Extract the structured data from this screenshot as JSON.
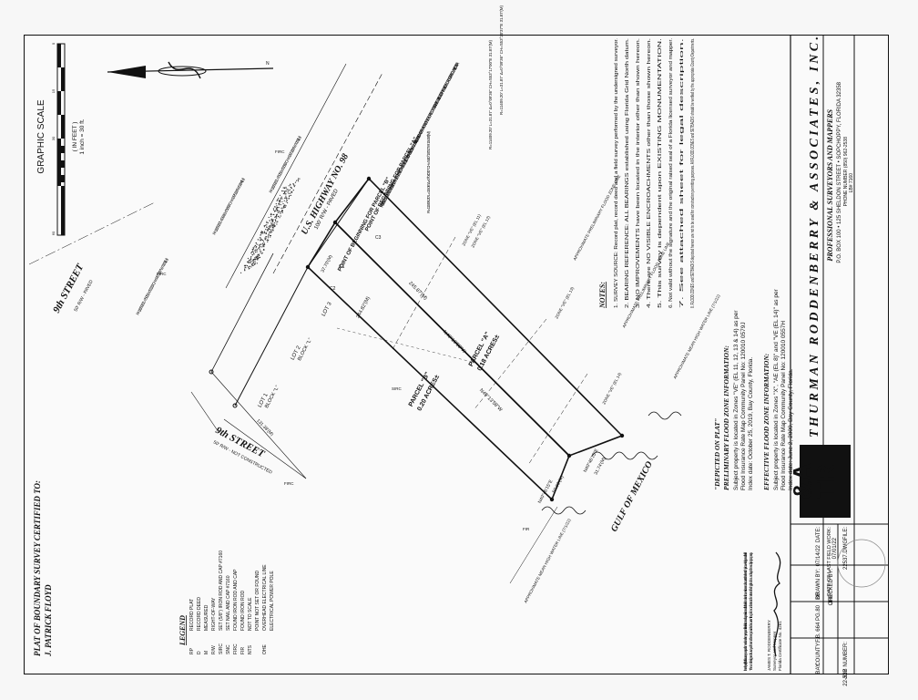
{
  "title": {
    "line1": "PLAT OF BOUNDARY SURVEY CERTIFIED TO:",
    "line2": "J. PATRICK FLOYD"
  },
  "legend": {
    "heading": "LEGEND",
    "items": [
      {
        "abbr": "RP",
        "desc": "RECORD PLAT"
      },
      {
        "abbr": "D",
        "desc": "RECORD DEED"
      },
      {
        "abbr": "M",
        "desc": "MEASURED"
      },
      {
        "abbr": "R/W",
        "desc": "RIGHT-OF-WAY"
      },
      {
        "abbr": "SIRC",
        "desc": "SET (5/8\") IRON ROD AND CAP #7160"
      },
      {
        "abbr": "SNC",
        "desc": "SET NAIL AND CAP #7160"
      },
      {
        "abbr": "FIRC",
        "desc": "FOUND IRON ROD AND CAP"
      },
      {
        "abbr": "FIR",
        "desc": "FOUND IRON ROD"
      },
      {
        "abbr": "NTS",
        "desc": "NOT TO SCALE"
      },
      {
        "abbr": "",
        "desc": "POINT NOT SET OR FOUND"
      },
      {
        "abbr": "OHE",
        "desc": "OVERHEAD ELECTRICAL LINE"
      },
      {
        "abbr": "",
        "desc": "ELECTRICAL POWER POLE"
      }
    ]
  },
  "graphic_scale": {
    "title": "GRAPHIC SCALE",
    "units": "( IN FEET )",
    "ratio": "1 inch = 30 ft.",
    "marks": [
      "0",
      "15",
      "30",
      "60"
    ]
  },
  "streets": {
    "ninety_fourth": "9th STREET",
    "ninety_fourth_note": "50' R/W - PAVED",
    "ninety_sixth": "9th STREET",
    "ninety_sixth_note": "50' R/W - NOT CONSTRUCTED",
    "highway": "U.S. HIGHWAY NO. 98",
    "highway_note": "100' R/W - PAVED",
    "gulf": "GULF OF MEXICO"
  },
  "plat_labels": {
    "pob_a": "POINT OF BEGINNING FOR PARCEL \"A\"",
    "pob_b": "POINT OF BEGINNING FOR PARCEL \"B\"",
    "poc": "POINT OF COMMENCEMENT: THE NORTHEASTERLY CORNER OF LOT 3, BLOCK \"L\" OF MEXICO BEACH UNIT NO. 2, A SUBDIVISION AS PER MAP OR PLAT THEREOF RECORDED IN PLAT BOOK 5, PAGE 13 OF THE PUBLIC RECORDS OF BAY COUNTY, FLORIDA",
    "parcel_a": "PARCEL \"A\"",
    "parcel_a_area": "0.18 ACRES±",
    "parcel_b": "PARCEL \"B\"",
    "parcel_b_area": "0.20 ACRES±",
    "lot1": "LOT 1",
    "lot2": "LOT 2",
    "lot3": "LOT 3",
    "block": "BLOCK \"L\"",
    "bearing_1": "N49°13'58\"W",
    "bearing_2": "N49°13'58\"W",
    "bearing_3": "N40°46'15\"E",
    "bearing_4": "N40°46'15\"E",
    "dim_1": "245.87'(M)",
    "dim_2": "244.82'(M)",
    "dim_3": "131.38'(M)",
    "dim_4": "37.70'(M)",
    "dim_5": "50.00'(M)",
    "dim_6": "31.74'(M)",
    "zone_1": "ZONE \"VE\" (EL 11)",
    "zone_2": "ZONE \"VE\" (EL 12)",
    "zone_3": "ZONE \"VE\" (EL 13)",
    "zone_4": "ZONE \"VE\" (EL 14)",
    "approx_flood": "APPROXIMATE PRELIMINARY FLOOD ZONE LINE",
    "mhw_1": "APPROXIMATE MEAN HIGH WATER LINE (7/1/22)",
    "mhw_2": "APPROXIMATE MEAN HIGH WATER LINE (7/1/22)",
    "curve_1": "R=11509.20' L=75.05' Δ=0°22'25\" CH=S40°10'07\"W 75.05'(M)",
    "curve_2": "R=11509.20' L=53.84' Δ=0°16'05\" CH=S39°51'36\"W 53.84'(M)",
    "curve_3": "R=11509.20' L=70.05' Δ=0°20'55\" CH=S39°33'06\"W 70.05'(M)",
    "curve_c1": "R=11409.20' L=31.87' Δ=0°09'36\" CH=S53°17'00\"E 31.87'(M)",
    "curve_c2": "R=11409.20' L=31.87' Δ=0°09'36\" CH=S53°20'37\"E 31.87'(M)",
    "curve_c3": "R=11509.20' L=15.06' Δ=0°04'30\" CH=S40°19'31\"W 15.06'(M)",
    "c1": "C1",
    "c2": "C2",
    "c3": "C3",
    "firc": "FIRC",
    "fir": "FIR",
    "sirc": "SIRC"
  },
  "notes": {
    "heading": "NOTES:",
    "items": [
      "1. SURVEY SOURCE: Record plat, record deed and a field survey performed by the undersigned surveyor.",
      "2. BEARING REFERENCE: ALL BEARINGS established using Florida Grid North datum.",
      "3. NO IMPROVEMENTS have been located in the interior other than shown hereon.",
      "4. There are NO VISIBLE ENCROACHMENTS other than those shown hereon.",
      "5. This survey is dependent upon EXISTING MONUMENTATION.",
      "6. Not valid without the signature and the original raised seal of a Florida licensed surveyor and mapper.",
      "7. See attached sheet for legal description.",
      "8. FLOOD ZONES and SETBACKS depicted hereon are not to be used for construction permitting purposes. All FLOOD ZONES and SETBACKS should be verified by the appropriate County Departments."
    ]
  },
  "flood": {
    "depicted": "\"DEPICTED ON PLAT\"",
    "prelim_heading": "PRELIMINARY FLOOD ZONE INFORMATION:",
    "prelim_1": "Subject property is located in Zones \"VE\" (EL 11, 12, 13 & 14) as per",
    "prelim_2": "Flood Insurance Rate Map Community Panel No: 120010 0579J",
    "prelim_3": "Index date: October 25, 2019, Bay County, Florida.",
    "eff_heading": "EFFECTIVE FLOOD ZONE INFORMATION:",
    "eff_1": "Subject property is located in Zones \"X\", \"AE (EL 8)\" and \"VE (EL 14)\" as per",
    "eff_2": "Flood Insurance Rate Map Community Panel No: 120010 0557H",
    "eff_3": "Index date: June 2, 2009, Bay County, Florida."
  },
  "certification": {
    "text_1": "I hereby certify that this survey was performed under my responsible direction and supervision and that the information shown is true and accurate to the best of my knowledge and belief.",
    "text_2": "The undersigned surveyor has not been provided a current title opinion or abstract of matters affecting title or boundary to the subject property.",
    "surveyor": "JAMES T. RODDENBERRY",
    "role": "Surveyor and Mapper",
    "cert": "Florida Certificate No. 4261"
  },
  "title_block": {
    "logo_top": "TR",
    "logo_bottom": "&A",
    "firm": "THURMAN RODDENBERRY & ASSOCIATES, INC.",
    "subtitle": "PROFESSIONAL SURVEYORS AND MAPPERS",
    "address": "P.O. BOX 100  •  125 SHELDON STREET  •  SOPCHOPPY, FLORIDA 32358",
    "phone": "PHONE NUMBER (850) 962-2538",
    "lb": "LB# 7160",
    "date_label": "DATE:",
    "date": "07/14/22",
    "drawn_label": "DRAWN BY:",
    "drawn": "BB",
    "fb_label": "F.B. 664 PG.80",
    "county_label": "COUNTY:",
    "county": "BAY",
    "field_label": "DATE OF LAST FIELD WORK:",
    "field": "07/01/22",
    "checked_label": "CHECKED BY:",
    "checked": "JTR",
    "file_label": "FILE:",
    "file": "22537.DWG",
    "job_label": "JOB NUMBER:",
    "job": "22-537"
  }
}
